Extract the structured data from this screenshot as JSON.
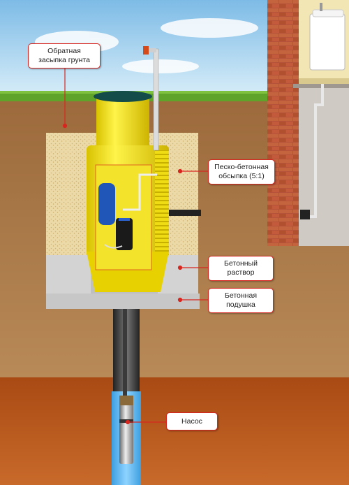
{
  "labels": {
    "backfill": {
      "line1": "Обратная",
      "line2": "засыпка грунта"
    },
    "sand_concrete": {
      "line1": "Песко-бетонная",
      "line2": "обсыпка (5:1)"
    },
    "concrete_mortar": {
      "line1": "Бетонный",
      "line2": "раствор"
    },
    "concrete_pad": {
      "line1": "Бетонная",
      "line2": "подушка"
    },
    "pump": {
      "line1": "Насос"
    }
  },
  "colors": {
    "sky": "#8fc6ea",
    "grass": "#5fa32a",
    "soil": "#b07a45",
    "clay": "#b8531a",
    "water": "#5fb7ef",
    "sand": "#eddcae",
    "concrete": "#cfcfcf",
    "caisson": "#f2e21a",
    "brick": "#b5533a",
    "callout_border": "#d6261f"
  }
}
